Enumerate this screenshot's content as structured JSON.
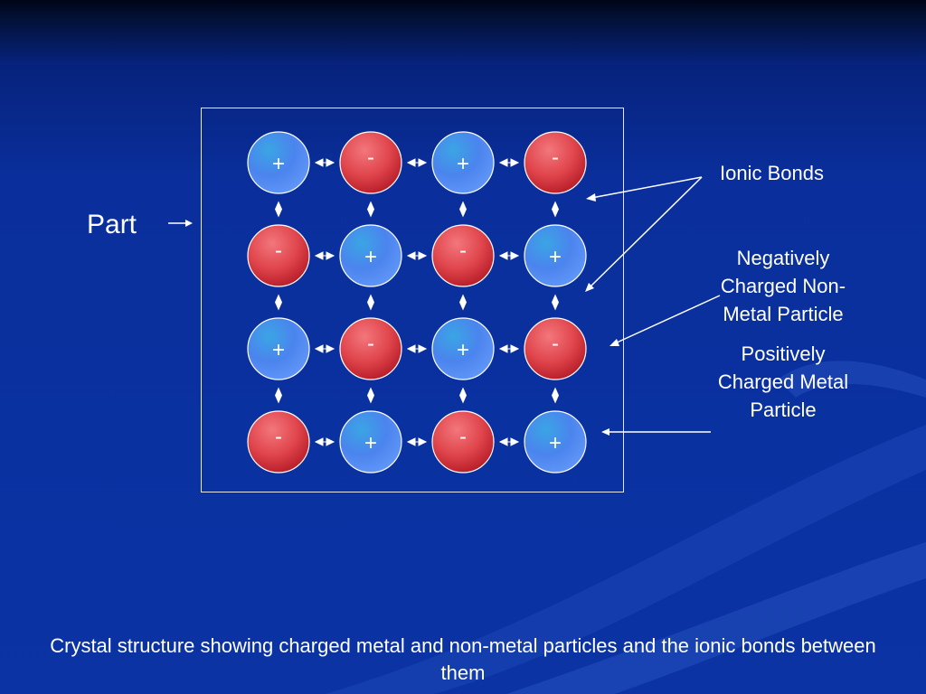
{
  "slide": {
    "part_label": "Part",
    "caption": "Crystal structure showing charged metal and non-metal particles and the ionic bonds between them"
  },
  "annotations": {
    "ionic_bonds": "Ionic Bonds",
    "negative_particle": "Negatively Charged Non-Metal Particle",
    "positive_particle": "Positively Charged Metal Particle"
  },
  "lattice": {
    "rows": [
      [
        "+",
        "-",
        "+",
        "-"
      ],
      [
        "-",
        "+",
        "-",
        "+"
      ],
      [
        "+",
        "-",
        "+",
        "-"
      ],
      [
        "-",
        "+",
        "-",
        "+"
      ]
    ]
  },
  "colors": {
    "positive_ion": "#5b8ff0",
    "negative_ion": "#d9343c",
    "text": "#ffffff",
    "background": "#0b33a4"
  }
}
